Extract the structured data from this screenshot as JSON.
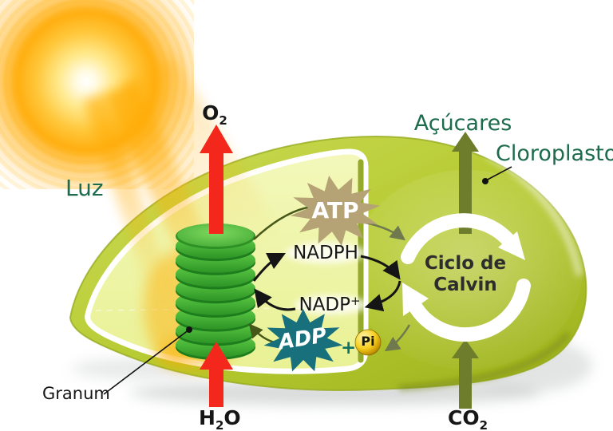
{
  "labels": {
    "luz": "Luz",
    "o2_main": "O",
    "o2_sub": "2",
    "acucares": "Açúcares",
    "cloroplasto": "Cloroplasto",
    "atp": "ATP",
    "nadph": "NADPH",
    "nadp_main": "NADP",
    "nadp_sup": "+",
    "adp": "ADP",
    "plus": "+",
    "pi": "Pi",
    "calvin_line1": "Ciclo de",
    "calvin_line2": "Calvin",
    "granum": "Granum",
    "h2o_pre": "H",
    "h2o_sub": "2",
    "h2o_post": "O",
    "co2_main": "CO",
    "co2_sub": "2"
  },
  "colors": {
    "red_arrow": "#f3271b",
    "olive_arrow": "#6e7d2c",
    "atp_burst": "#b5a376",
    "adp_burst": "#18707c",
    "pi_yellow": "#f2c711",
    "green_label": "#1c6b4d",
    "chloroplast_body": "#b7ca30",
    "stroma_fill": "#eff6a9",
    "granum_green": "#3aa12e",
    "sun_orange": "#ffab05"
  }
}
